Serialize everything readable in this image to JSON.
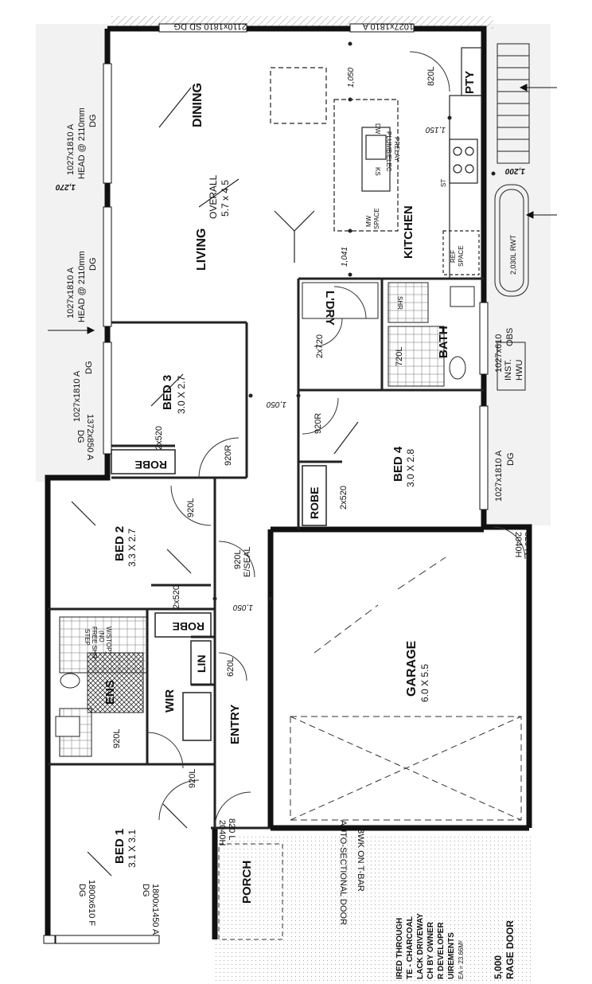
{
  "plan": {
    "rooms": {
      "dining": "DINING",
      "living": "LIVING",
      "overall_label": "OVERALL",
      "overall_size": "5.7 x 4.5",
      "kitchen": "KITCHEN",
      "pantry": "PTY",
      "laundry": "L'DRY",
      "bath": "BATH",
      "bed3": "BED 3",
      "bed3_size": "3.0 X 2.7",
      "bed4": "BED 4",
      "bed4_size": "3.0 X 2.8",
      "bed2": "BED 2",
      "bed2_size": "3.3 X 2.7",
      "bed1": "BED 1",
      "bed1_size": "3.1 X 3.1",
      "ens": "ENS",
      "wir": "WIR",
      "lin": "LIN",
      "entry": "ENTRY",
      "porch": "PORCH",
      "garage": "GARAGE",
      "garage_size": "6.0 X 5.5",
      "robe": "ROBE"
    },
    "fixtures": {
      "ref_space_1": "REF",
      "ref_space_2": "SPACE",
      "mw_space_1": "MW",
      "mw_space_2": "SPACE",
      "ks": "KS",
      "dw": "DW",
      "plumb_1": "PLUMB/ELEC",
      "plumb_2": "PRELAY",
      "st": "ST",
      "rwt": "2,030L RWT",
      "inst": "INST.",
      "hwu": "HWU",
      "shr": "SHR",
      "step": "STEP",
      "free_shr": "FREE SHR",
      "no": "(NO",
      "wstop": "W/STOP)",
      "auto_door": "AUTO-SECTIONAL DOOR",
      "bwk": "BWK ON T-BAR"
    },
    "windows": {
      "w1_a": "1027x1810 A",
      "w1_b": "HEAD @ 2110mm",
      "w1_c": "DG",
      "w2_a": "1027x1810 A",
      "w2_b": "HEAD @ 2110mm",
      "w2_c": "DG",
      "w3_a": "1027x1810 A",
      "w3_b": "DG",
      "w4": "1372x850 A",
      "w4b": "DG",
      "w5_a": "1027x610",
      "w5_b": "OBS",
      "w6_a": "1027x1810 A",
      "w6_b": "DG",
      "w7_a": "1800x1450 A",
      "w7_b": "DG",
      "w8_a": "1800x610 F",
      "w8_b": "DG",
      "top_1": "2110x1810 SD DG",
      "top_2": "1027x1810 A"
    },
    "doors": {
      "d820_pty": "820L",
      "d2x720": "2x720",
      "d720": "720L",
      "d920r_bed3": "920R",
      "d920r_bed4": "920R",
      "d2x520_bed3": "2x520",
      "d2x520_bed4": "2x520",
      "d920l_bed2": "920L",
      "d920l_seal_1": "920L",
      "d920l_seal_2": "E/SEAL",
      "d2x520_bed2": "2x520",
      "d620": "620L",
      "d920l_ens": "920L",
      "d920l_bed1": "920L",
      "d820_front_1": "820 L",
      "d820_front_2": "2040H",
      "d820_garage_1": "820 R",
      "d820_garage_2": "2040H"
    },
    "dims": {
      "d1050_top": "1,050",
      "d1150": "1,150",
      "d1200": "1,200",
      "d1270": "1,270",
      "d1041": "1,041",
      "d1050_mid": "1,050",
      "d1050_low": "1,050"
    },
    "notes": {
      "n1": "IRED THROUGH",
      "n2": "TE - CHARCOAL",
      "n3": "LACK DRIVEWAY",
      "n4": "CH BY OWNER",
      "n5": "R DEVELOPER",
      "n6": "UIREMENTS",
      "n7": "EA = 23.66M²",
      "n8": "5,000",
      "n9": "RAGE DOOR"
    }
  }
}
